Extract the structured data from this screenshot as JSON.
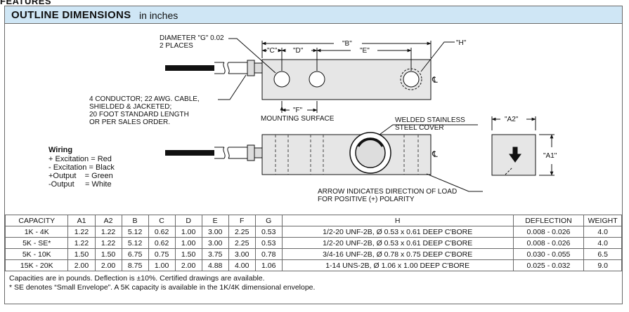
{
  "top_heading": "FEATURES",
  "header": {
    "title_bold": "OUTLINE DIMENSIONS",
    "title_rest": " in inches"
  },
  "drawing": {
    "diameter_label": [
      "DIAMETER \"G\" 0.02",
      "2 PLACES"
    ],
    "dim_labels": {
      "b": "\"B\"",
      "c": "\"C\"",
      "d": "\"D\"",
      "e": "\"E\"",
      "f": "\"F\"",
      "h": "\"H\"",
      "a1": "\"A1\"",
      "a2": "\"A2\""
    },
    "centerline_symbol": "℄",
    "cable_note": [
      "4 CONDUCTOR; 22 AWG. CABLE,",
      "SHIELDED & JACKETED;",
      "20 FOOT STANDARD LENGTH",
      "OR PER SALES ORDER."
    ],
    "mounting_surface": "MOUNTING SURFACE",
    "welded_cover": [
      "WELDED STAINLESS",
      "STEEL COVER"
    ],
    "arrow_note": [
      "ARROW INDICATES DIRECTION OF LOAD",
      "FOR POSITIVE (+) POLARITY"
    ],
    "wiring": {
      "title": "Wiring",
      "lines": [
        "+ Excitation = Red",
        "- Excitation = Black",
        "+Output    = Green",
        "-Output     = White"
      ]
    }
  },
  "table": {
    "headers": [
      "CAPACITY",
      "A1",
      "A2",
      "B",
      "C",
      "D",
      "E",
      "F",
      "G",
      "H",
      "DEFLECTION",
      "WEIGHT"
    ],
    "rows": [
      [
        "1K - 4K",
        "1.22",
        "1.22",
        "5.12",
        "0.62",
        "1.00",
        "3.00",
        "2.25",
        "0.53",
        "1/2-20 UNF-2B, Ø 0.53 x 0.61 DEEP C'BORE",
        "0.008 - 0.026",
        "4.0"
      ],
      [
        "5K - SE*",
        "1.22",
        "1.22",
        "5.12",
        "0.62",
        "1.00",
        "3.00",
        "2.25",
        "0.53",
        "1/2-20 UNF-2B, Ø 0.53 x 0.61 DEEP C'BORE",
        "0.008 - 0.026",
        "4.0"
      ],
      [
        "5K - 10K",
        "1.50",
        "1.50",
        "6.75",
        "0.75",
        "1.50",
        "3.75",
        "3.00",
        "0.78",
        "3/4-16 UNF-2B, Ø 0.78 x 0.75 DEEP C'BORE",
        "0.030 - 0.055",
        "6.5"
      ],
      [
        "15K - 20K",
        "2.00",
        "2.00",
        "8.75",
        "1.00",
        "2.00",
        "4.88",
        "4.00",
        "1.06",
        "1-14 UNS-2B, Ø 1.06 x 1.00 DEEP C'BORE",
        "0.025 - 0.032",
        "9.0"
      ]
    ]
  },
  "notes": [
    "Capacities are in pounds. Deflection is ±10%. Certified drawings are available.",
    "* SE denotes “Small Envelope”. A 5K capacity is available in the 1K/4K dimensional envelope."
  ]
}
